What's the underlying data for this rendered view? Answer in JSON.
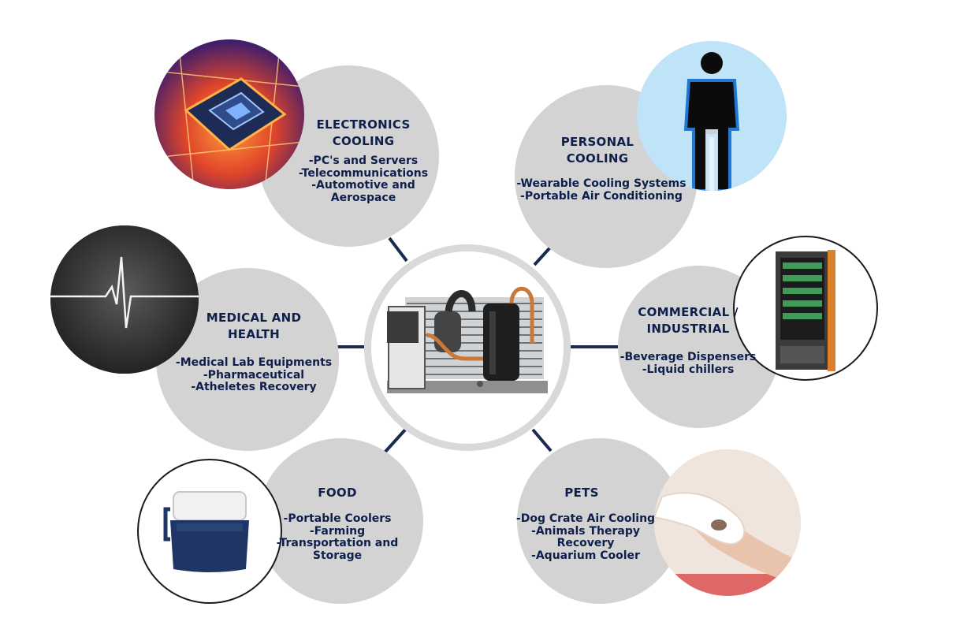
{
  "center": {
    "image": "condensing-unit-photo"
  },
  "nodes": {
    "electronics": {
      "title": [
        "ELECTRONICS",
        "COOLING"
      ],
      "items": [
        "-PC's and Servers",
        "-Telecommunications",
        "-Automotive and",
        "Aerospace"
      ],
      "image": "circuit-chip-photo"
    },
    "personal": {
      "title": [
        "PERSONAL",
        "COOLING"
      ],
      "items": [
        "-Wearable Cooling Systems",
        "-Portable Air Conditioning"
      ],
      "image": "human-figure-icon"
    },
    "medical": {
      "title": [
        "MEDICAL AND",
        "HEALTH"
      ],
      "items": [
        "-Medical Lab Equipments",
        "-Pharmaceutical",
        "-Atheletes Recovery"
      ],
      "image": "heartbeat-chalkboard-photo"
    },
    "commercial": {
      "title": [
        "COMMERCIAL /",
        "INDUSTRIAL"
      ],
      "items": [
        "-Beverage Dispensers",
        "-Liquid chillers"
      ],
      "image": "vending-machine-photo"
    },
    "food": {
      "title": [
        "FOOD"
      ],
      "items": [
        "-Portable Coolers",
        "-Farming",
        "-Transportation and",
        "Storage"
      ],
      "image": "cooler-box-photo"
    },
    "pets": {
      "title": [
        "PETS"
      ],
      "items": [
        "-Dog Crate Air Cooling",
        "-Animals Therapy",
        "Recovery",
        "-Aquarium Cooler"
      ],
      "image": "dog-paw-hand-photo"
    }
  },
  "colors": {
    "bubble": "#d3d3d3",
    "text": "#0f1f4b",
    "connector": "#1a2a50"
  }
}
